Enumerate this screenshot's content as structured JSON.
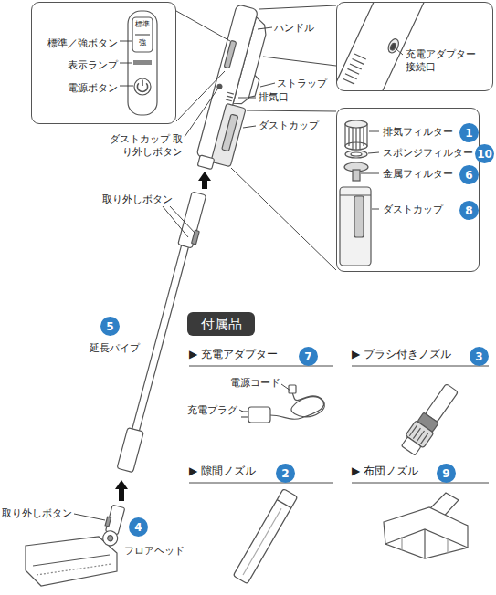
{
  "diagram": {
    "nodes": [
      {
        "text": [
          "標準／強ボタン",
          "表示ランプ",
          "電源ボタン"
        ]
      },
      {
        "text": [
          "充電アダプター 接続口"
        ]
      },
      {
        "text": [
          "排気フィルター",
          "スポンジフィルター",
          "金属フィルター",
          "ダストカップ"
        ]
      },
      {
        "text": [
          "1"
        ],
        "in": 2
      },
      {
        "text": [
          "10"
        ],
        "in": 2
      },
      {
        "text": [
          "6"
        ],
        "in": 2
      },
      {
        "text": [
          "8"
        ],
        "in": 2
      },
      {
        "text": [
          "付属品"
        ]
      },
      {
        "text": [
          "5"
        ]
      },
      {
        "text": [
          "4"
        ]
      },
      {
        "text": [
          "7"
        ]
      },
      {
        "text": [
          "3"
        ]
      },
      {
        "text": [
          "2"
        ]
      },
      {
        "text": [
          "9"
        ]
      }
    ],
    "labels": [
      "標準",
      "強",
      "ハンドル",
      "ストラップ",
      "排気口",
      "ダストカップ",
      "ダストカップ 取り外しボタン",
      "取り外しボタン",
      "延長パイプ",
      "取り外しボタン",
      "フロアヘッド",
      "▶ 充電アダプター",
      "電源コード",
      "充電プラグ",
      "▶ ブラシ付きノズル",
      "▶ 隙間ノズル",
      "▶ 布団ノズル"
    ]
  }
}
